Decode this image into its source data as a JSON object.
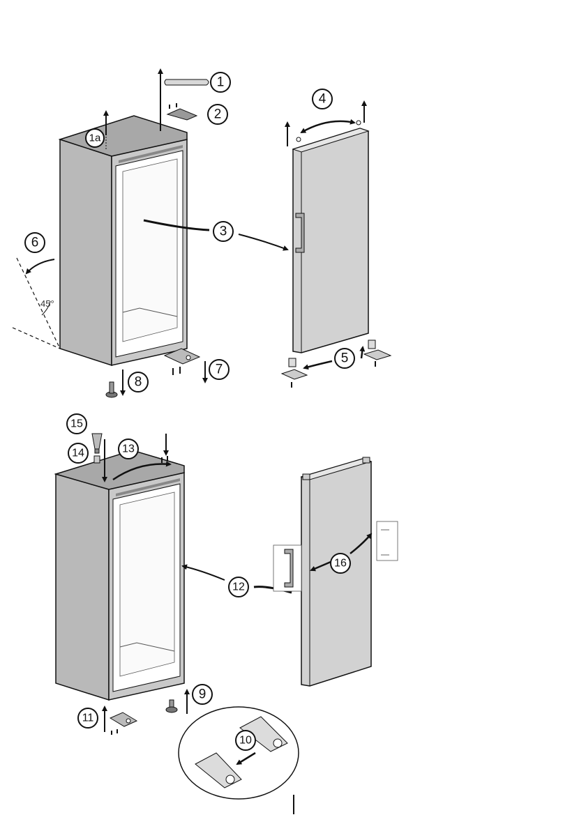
{
  "steps": {
    "s1": "1",
    "s1a": "1a",
    "s2": "2",
    "s3": "3",
    "s4": "4",
    "s5": "5",
    "s6": "6",
    "s7": "7",
    "s8": "8",
    "s9": "9",
    "s10": "10",
    "s11": "11",
    "s12": "12",
    "s13": "13",
    "s14": "14",
    "s15": "15",
    "s16": "16"
  },
  "angle_label": "45°",
  "colors": {
    "cabinet_front": "#c9c9c9",
    "cabinet_side": "#b9b9b9",
    "cabinet_top": "#a8a8a8",
    "door": "#d2d2d2",
    "inner": "#ffffff",
    "line": "#111111"
  }
}
